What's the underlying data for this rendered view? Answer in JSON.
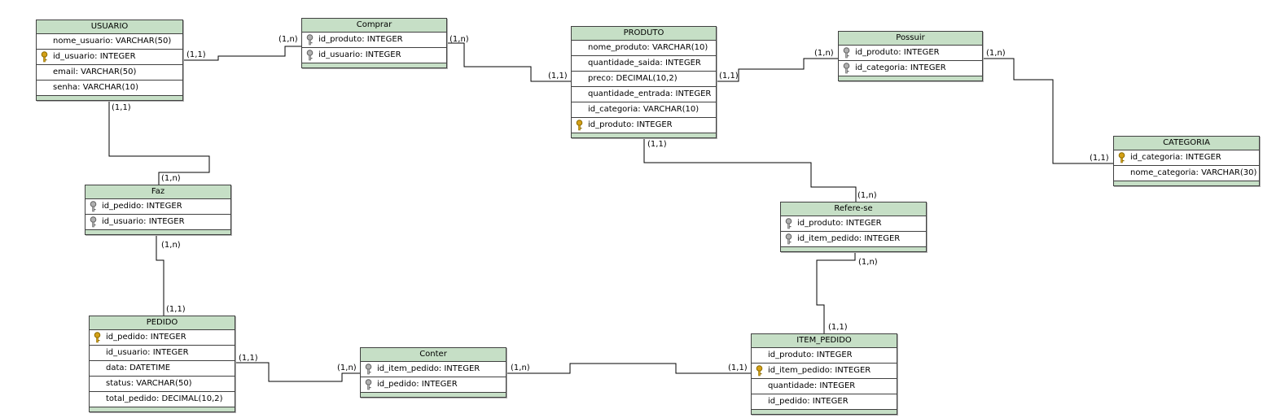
{
  "entities": {
    "usuario": {
      "title": "USUARIO",
      "rows": [
        {
          "text": "nome_usuario: VARCHAR(50)",
          "key": ""
        },
        {
          "text": "id_usuario: INTEGER",
          "key": "pk"
        },
        {
          "text": "email: VARCHAR(50)",
          "key": ""
        },
        {
          "text": "senha: VARCHAR(10)",
          "key": ""
        }
      ]
    },
    "comprar": {
      "title": "Comprar",
      "rows": [
        {
          "text": "id_produto: INTEGER",
          "key": "fk"
        },
        {
          "text": "id_usuario: INTEGER",
          "key": "fk"
        }
      ]
    },
    "produto": {
      "title": "PRODUTO",
      "rows": [
        {
          "text": "nome_produto: VARCHAR(10)",
          "key": ""
        },
        {
          "text": "quantidade_saida: INTEGER",
          "key": ""
        },
        {
          "text": "preco: DECIMAL(10,2)",
          "key": ""
        },
        {
          "text": "quantidade_entrada: INTEGER",
          "key": ""
        },
        {
          "text": "id_categoria: VARCHAR(10)",
          "key": ""
        },
        {
          "text": "id_produto: INTEGER",
          "key": "pk"
        }
      ]
    },
    "possuir": {
      "title": "Possuir",
      "rows": [
        {
          "text": "id_produto: INTEGER",
          "key": "fk"
        },
        {
          "text": "id_categoria: INTEGER",
          "key": "fk"
        }
      ]
    },
    "categoria": {
      "title": "CATEGORIA",
      "rows": [
        {
          "text": "id_categoria: INTEGER",
          "key": "pk"
        },
        {
          "text": "nome_categoria: VARCHAR(30)",
          "key": ""
        }
      ]
    },
    "faz": {
      "title": "Faz",
      "rows": [
        {
          "text": "id_pedido: INTEGER",
          "key": "fk"
        },
        {
          "text": "id_usuario: INTEGER",
          "key": "fk"
        }
      ]
    },
    "referese": {
      "title": "Refere-se",
      "rows": [
        {
          "text": "id_produto: INTEGER",
          "key": "fk"
        },
        {
          "text": "id_item_pedido: INTEGER",
          "key": "fk"
        }
      ]
    },
    "pedido": {
      "title": "PEDIDO",
      "rows": [
        {
          "text": "id_pedido: INTEGER",
          "key": "pk"
        },
        {
          "text": "id_usuario: INTEGER",
          "key": ""
        },
        {
          "text": "data: DATETIME",
          "key": ""
        },
        {
          "text": "status: VARCHAR(50)",
          "key": ""
        },
        {
          "text": "total_pedido: DECIMAL(10,2)",
          "key": ""
        }
      ]
    },
    "conter": {
      "title": "Conter",
      "rows": [
        {
          "text": "id_item_pedido: INTEGER",
          "key": "fk"
        },
        {
          "text": "id_pedido: INTEGER",
          "key": "fk"
        }
      ]
    },
    "item_pedido": {
      "title": "ITEM_PEDIDO",
      "rows": [
        {
          "text": "id_produto: INTEGER",
          "key": ""
        },
        {
          "text": "id_item_pedido: INTEGER",
          "key": "pk"
        },
        {
          "text": "quantidade: INTEGER",
          "key": ""
        },
        {
          "text": "id_pedido: INTEGER",
          "key": ""
        }
      ]
    }
  },
  "cardinalities": {
    "usuario_comprar": "(1,1)",
    "comprar_usuario": "(1,n)",
    "comprar_produto": "(1,n)",
    "produto_comprar": "(1,1)",
    "produto_possuir": "(1,1)",
    "possuir_produto": "(1,n)",
    "possuir_categoria": "(1,n)",
    "categoria_possuir": "(1,1)",
    "usuario_faz": "(1,1)",
    "faz_usuario": "(1,n)",
    "faz_pedido": "(1,n)",
    "pedido_faz": "(1,1)",
    "produto_referese": "(1,1)",
    "referese_produto": "(1,n)",
    "referese_item": "(1,n)",
    "item_referese": "(1,1)",
    "pedido_conter": "(1,1)",
    "conter_pedido": "(1,n)",
    "conter_item": "(1,n)",
    "item_conter": "(1,1)"
  },
  "colors": {
    "header": "#c6dfc6",
    "border": "#404040",
    "line": "#000000",
    "pk_key": "#d4a017",
    "fk_key": "#909090"
  }
}
